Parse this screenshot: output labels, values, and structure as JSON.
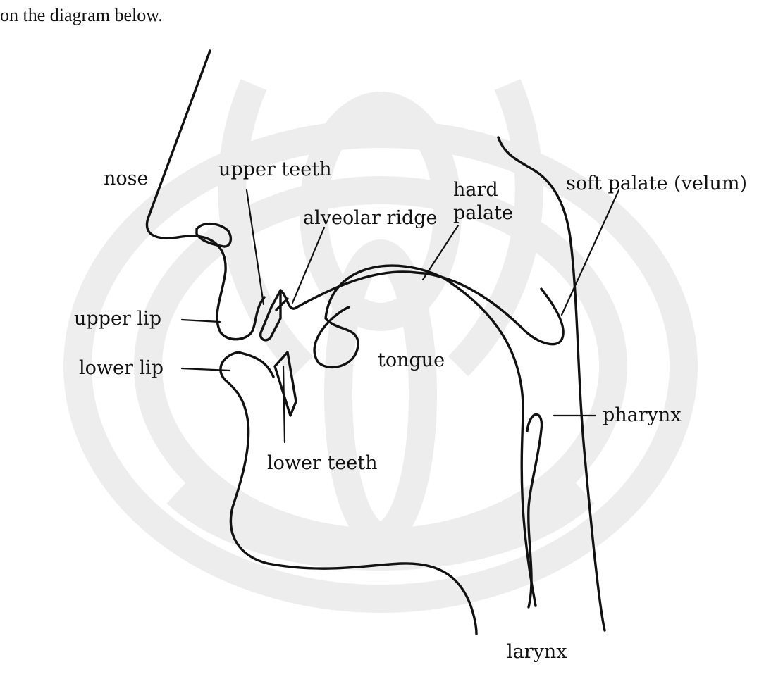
{
  "intro_text": "on the diagram below.",
  "labels": {
    "nose": "nose",
    "upper_teeth": "upper teeth",
    "alveolar_ridge": "alveolar ridge",
    "hard_palate_line1": "hard",
    "hard_palate_line2": "palate",
    "soft_palate": "soft palate (velum)",
    "upper_lip": "upper lip",
    "lower_lip": "lower lip",
    "tongue": "tongue",
    "pharynx": "pharynx",
    "lower_teeth": "lower teeth",
    "larynx": "larynx"
  },
  "watermark": "faint university seal emblem (background)",
  "colors": {
    "ink": "#111111",
    "watermark": "#ececec",
    "background": "#ffffff"
  }
}
